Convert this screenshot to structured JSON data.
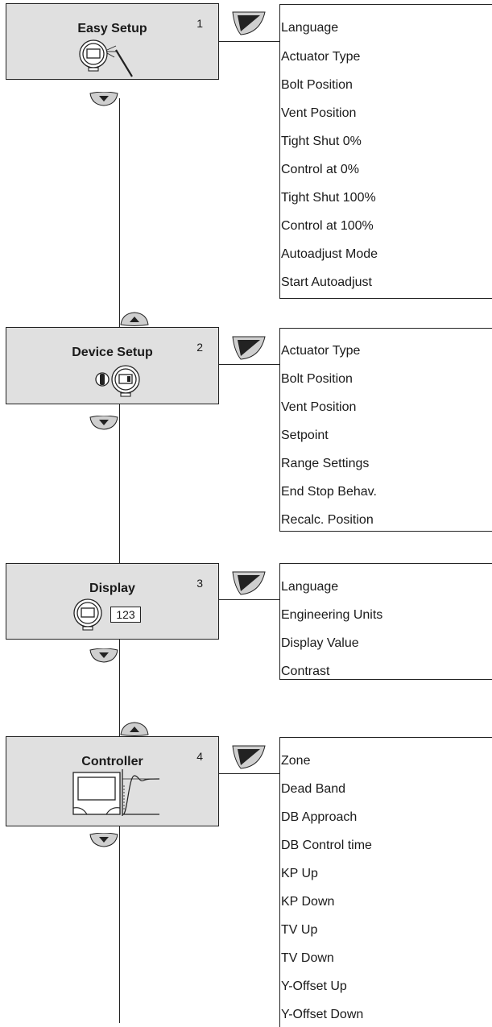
{
  "menus": [
    {
      "title": "Easy Setup",
      "number": "1",
      "items": [
        "Language",
        "Actuator Type",
        "Bolt Position",
        "Vent Position",
        "Tight Shut 0%",
        "Control at 0%",
        "Tight Shut 100%",
        "Control at 100%",
        "Autoadjust Mode",
        "Start Autoadjust"
      ]
    },
    {
      "title": "Device Setup",
      "number": "2",
      "items": [
        "Actuator Type",
        "Bolt Position",
        "Vent Position",
        "Setpoint",
        "Range Settings",
        "End Stop Behav.",
        "Recalc. Position"
      ]
    },
    {
      "title": "Display",
      "number": "3",
      "icon_text": "123",
      "items": [
        "Language",
        "Engineering Units",
        "Display Value",
        "Contrast"
      ]
    },
    {
      "title": "Controller",
      "number": "4",
      "items": [
        "Zone",
        "Dead Band",
        "DB Approach",
        "DB Control time",
        "KP Up",
        "KP Down",
        "TV Up",
        "TV Down",
        "Y-Offset Up",
        "Y-Offset Down"
      ]
    }
  ],
  "icons": {
    "down_button": "down-arrow-button",
    "up_button": "up-arrow-button",
    "enter_button": "enter-button"
  },
  "colors": {
    "box_fill": "#e0e0e0",
    "button_fill": "#cfcfcf",
    "line": "#222222"
  }
}
